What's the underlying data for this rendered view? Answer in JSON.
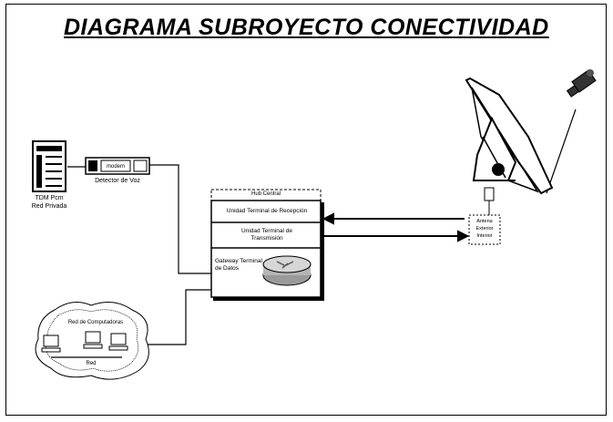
{
  "title": "DIAGRAMA SUBROYECTO CONECTIVIDAD",
  "labels": {
    "telephony_line1": "TDM Pcm",
    "telephony_line2": "Red Privada",
    "detector": "Detector de Voz",
    "detector_module": "modem",
    "hub_header": "Hub Central",
    "unit_top": "Unidad Terminal de Recepción",
    "unit_mid_line1": "Unidad Terminal de",
    "unit_mid_line2": "Transmisión",
    "unit_bottom_line1": "Gateway Terminal",
    "unit_bottom_line2": "de Datos",
    "network": "Red de Computadoras",
    "network_bus": "Red",
    "ground_line1": "Antena",
    "ground_line2": "Exterior",
    "ground_line3": "Interior"
  }
}
